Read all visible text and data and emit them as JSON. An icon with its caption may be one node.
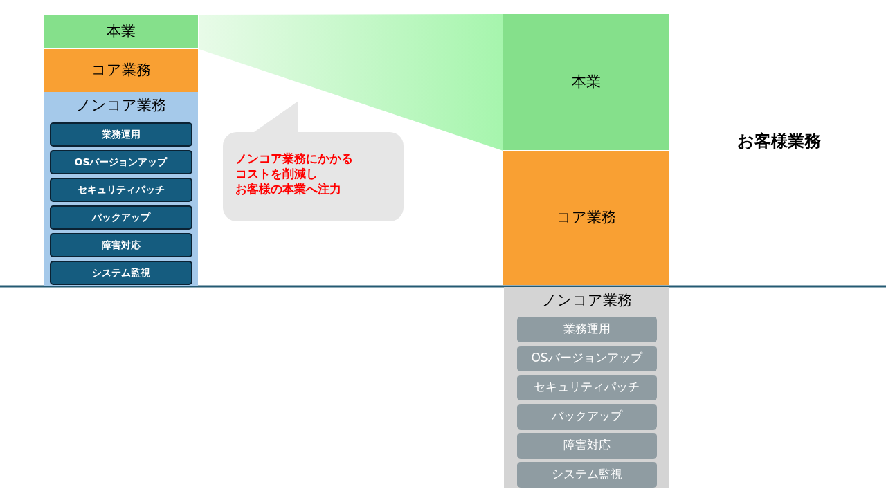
{
  "diagram": {
    "nodes": [
      {
        "text": [
          "本業"
        ]
      },
      {
        "text": [
          "コア業務"
        ]
      },
      {
        "text": [
          "ノンコア業務"
        ]
      },
      {
        "text": [
          "業務運用"
        ],
        "in": 2
      },
      {
        "text": [
          "OSバージョンアップ"
        ],
        "in": 2
      },
      {
        "text": [
          "セキュリティパッチ"
        ],
        "in": 2
      },
      {
        "text": [
          "バックアップ"
        ],
        "in": 2
      },
      {
        "text": [
          "障害対応"
        ],
        "in": 2
      },
      {
        "text": [
          "システム監視"
        ],
        "in": 2
      },
      {
        "text": [
          "ノンコア業務にかかる",
          "コストを削減し",
          "お客様の本業へ注力"
        ]
      },
      {
        "text": [
          "本業"
        ]
      },
      {
        "text": [
          "コア業務"
        ]
      },
      {
        "text": [
          "ノンコア業務"
        ]
      },
      {
        "text": [
          "業務運用"
        ],
        "in": 12
      },
      {
        "text": [
          "OSバージョンアップ"
        ],
        "in": 12
      },
      {
        "text": [
          "セキュリティパッチ"
        ],
        "in": 12
      },
      {
        "text": [
          "バックアップ"
        ],
        "in": 12
      },
      {
        "text": [
          "障害対応"
        ],
        "in": 12
      },
      {
        "text": [
          "システム監視"
        ],
        "in": 12
      },
      {
        "text": [],
        "shape": "wedge"
      }
    ],
    "edges": [],
    "labels": [
      "お客様業務"
    ]
  }
}
